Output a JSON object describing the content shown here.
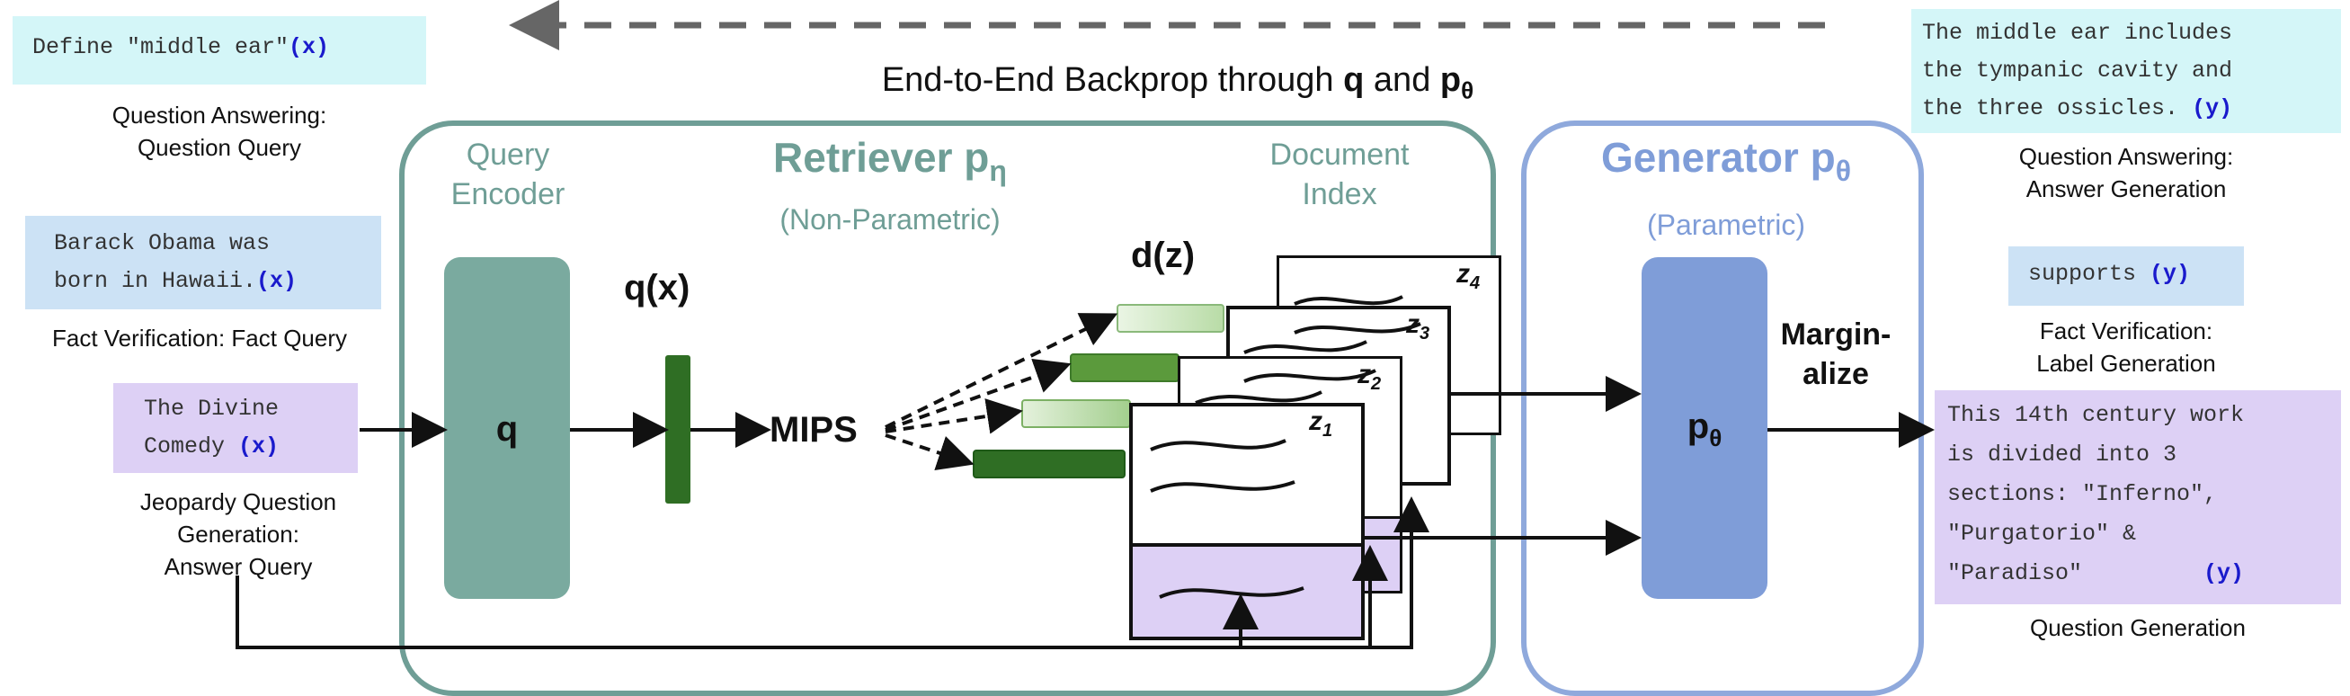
{
  "backprop_label": {
    "text": "End-to-End Backprop through",
    "q": "q",
    "and": "and",
    "p": "p",
    "p_sub": "θ"
  },
  "retriever": {
    "title": "Retriever p",
    "title_sub": "η",
    "subtitle": "(Non-Parametric)"
  },
  "query_encoder": {
    "line1": "Query",
    "line2": "Encoder",
    "symbol": "q"
  },
  "document_index": {
    "line1": "Document",
    "line2": "Index"
  },
  "generator": {
    "title": "Generator p",
    "title_sub": "θ",
    "subtitle": "(Parametric)",
    "symbol": "p",
    "symbol_sub": "θ"
  },
  "qx_label": "q(x)",
  "dz_label": "d(z)",
  "mips_label": "MIPS",
  "marginalize": {
    "line1": "Margin-",
    "line2": "alize"
  },
  "docs": [
    {
      "name": "z",
      "sub": "4"
    },
    {
      "name": "z",
      "sub": "3"
    },
    {
      "name": "z",
      "sub": "2"
    },
    {
      "name": "z",
      "sub": "1"
    }
  ],
  "inputs": [
    {
      "lines": [
        "Define \"middle ear\""
      ],
      "tag": "(x)",
      "caption": [
        "Question Answering:",
        "Question Query"
      ]
    },
    {
      "lines": [
        "Barack Obama was",
        "born in Hawaii."
      ],
      "tag": "(x)",
      "caption": [
        "Fact Verification: Fact Query"
      ]
    },
    {
      "lines": [
        "The Divine",
        "Comedy "
      ],
      "tag": "(x)",
      "caption": [
        "Jeopardy Question",
        "Generation:",
        "Answer Query"
      ]
    }
  ],
  "outputs": [
    {
      "lines": [
        "The middle ear includes",
        "the tympanic cavity and",
        "the three ossicles.  "
      ],
      "tag": "(y)",
      "caption": [
        "Question Answering:",
        "Answer Generation"
      ]
    },
    {
      "lines": [
        "supports "
      ],
      "tag": "(y)",
      "caption": [
        "Fact Verification:",
        "Label Generation"
      ]
    },
    {
      "lines": [
        "This 14th century work",
        "is divided into 3",
        "sections: \"Inferno\",",
        "\"Purgatorio\" &",
        "\"Paradiso\"         "
      ],
      "tag": "(y)",
      "caption": [
        "Question Generation"
      ]
    }
  ],
  "colors": {
    "retriever": "#6f9e96",
    "generator": "#7f9dd8",
    "encoder_fill": "#7aaa9f",
    "generator_fill": "#7f9dd8",
    "qx_bar": "#2f6e24",
    "purple": "#ddd0f5",
    "cyan": "#d4f6f8",
    "blue": "#cce2f5",
    "tag": "#1a1acc"
  }
}
